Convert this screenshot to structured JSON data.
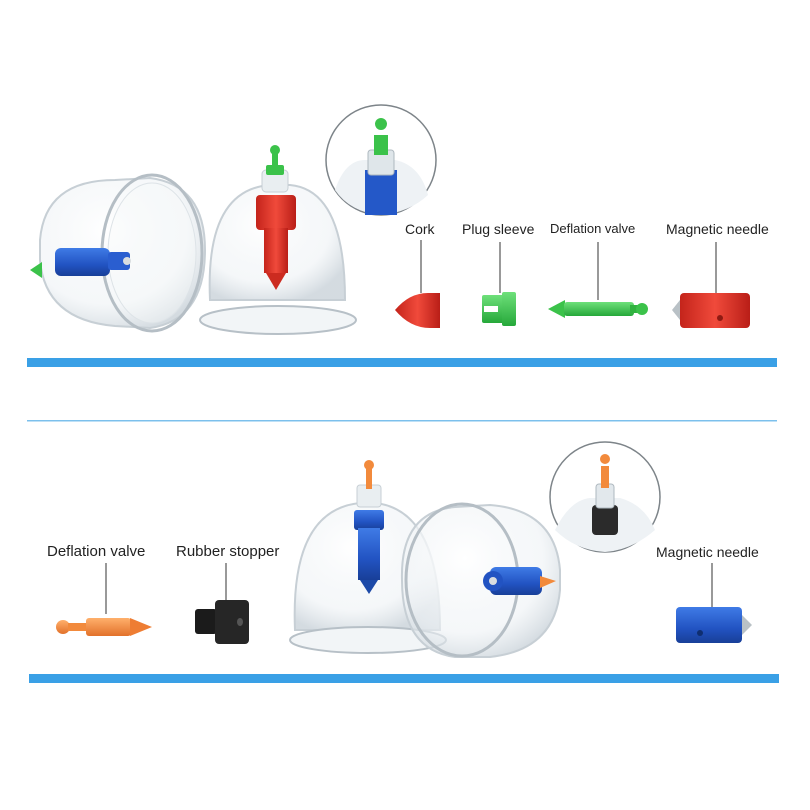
{
  "top_section": {
    "labels": {
      "cork": "Cork",
      "plug_sleeve": "Plug sleeve",
      "deflation_valve": "Deflation valve",
      "magnetic_needle": "Magnetic needle"
    }
  },
  "bottom_section": {
    "labels": {
      "deflation_valve": "Deflation valve",
      "rubber_stopper": "Rubber stopper",
      "magnetic_needle": "Magnetic needle"
    }
  },
  "colors": {
    "divider_blue": "#3aa0e6",
    "divider_thin": "#7cc0ec",
    "valve_green": "#3bc24a",
    "cork_red": "#e5392a",
    "stopper_blue": "#2458c8",
    "valve_orange": "#f28a3c",
    "stopper_black": "#1b1b1b"
  }
}
